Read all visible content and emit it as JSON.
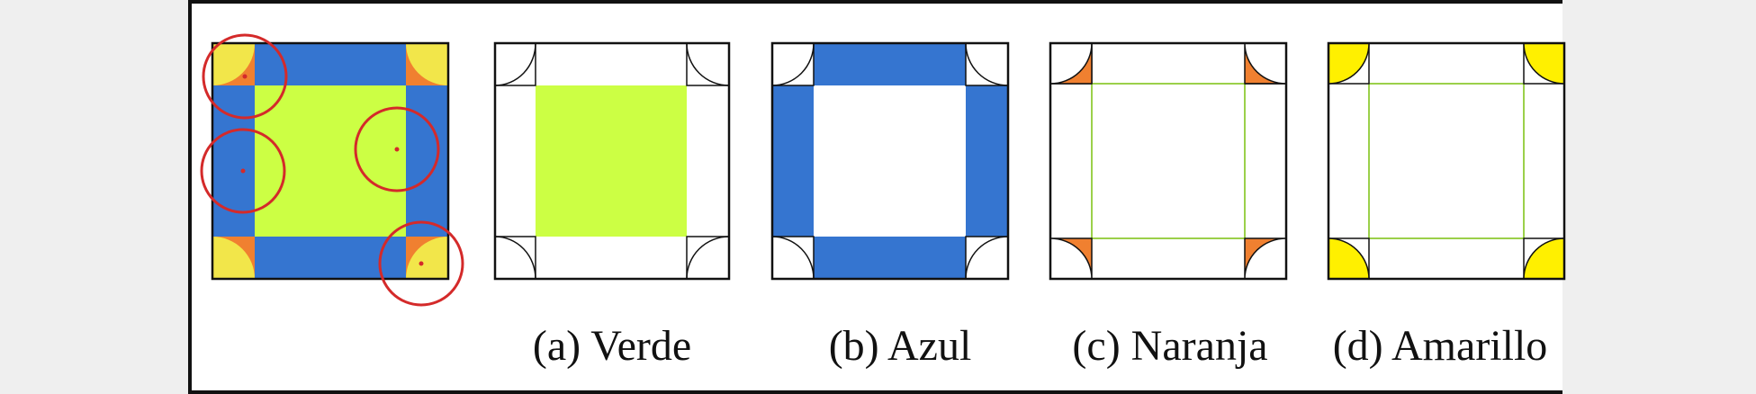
{
  "colors": {
    "verde": "#ccff44",
    "azul": "#3575d0",
    "naranja": "#f08030",
    "amarillo": "#f2e64a",
    "amarillo_bright": "#fff000",
    "marker": "#d42a2a",
    "outline": "#111111",
    "green_line": "#9bd04a"
  },
  "captions": {
    "verde": "(a) Verde",
    "azul": "(b) Azul",
    "naranja": "(c) Naranja",
    "amarillo": "(d) Amarillo"
  },
  "icons": [
    "circle-marker",
    "center-dot"
  ]
}
